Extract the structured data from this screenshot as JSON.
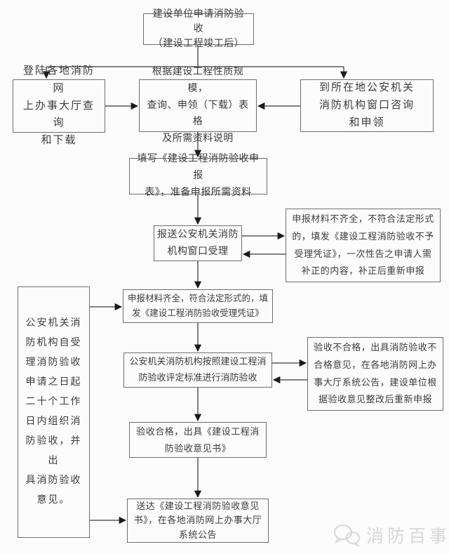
{
  "colors": {
    "background": "#fcfcfc",
    "box_border": "#6e6e6e",
    "text": "#3b3b3b",
    "connector_line": "#3a3a3a",
    "arrowhead": "#1b1b1b",
    "watermark": "#d8d8d8"
  },
  "flowchart": {
    "nodes": {
      "apply": {
        "text": "建设单位申请消防验收\n（建设工程竣工后）"
      },
      "web": {
        "text": "登陆各地消防网\n上办事大厅查询\n和下载"
      },
      "forms": {
        "text": "根据建设工程性质规模，\n查询、申领（下载）表格\n及所需资料说明"
      },
      "window": {
        "text": "到所在地公安机关\n消防机构窗口咨询\n和申领"
      },
      "fill": {
        "text": "填写《建设工程消防验收申报\n表》，准备申报所需资料"
      },
      "submit": {
        "text": "报送公安机关消防\n机构窗口受理"
      },
      "incomplete": {
        "text": "申报材料不齐全，不符合法定形式\n的，填发《建设工程消防验收不予\n受理凭证》，一次性告之申请人需\n补正的内容，补正后重新申报"
      },
      "complete": {
        "text": "申报材料齐全，符合法定形式的，填\n发《建设工程消防验收受理凭证》"
      },
      "twenty": {
        "text": "公安机关消\n防机构自受\n理消防验收\n申请之日起\n二十个工作\n日内组织消\n防验收，并出\n具消防验收\n意见。"
      },
      "conduct": {
        "text": "公安机关消防机构按照建设工程消\n防验收评定标准进行消防验收"
      },
      "fail": {
        "text": "验收不合格，出具消防验收不\n合格意见，在各地消防网上办\n事大厅系统公告，建设单位根\n据验收意见整改后重新申报"
      },
      "pass": {
        "text": "验收合格，出具《建设工程消\n防验收意见书》"
      },
      "deliver": {
        "text": "送达《建设工程消防验收意见\n书》，在各地消防网上办事大厅\n系统公告"
      }
    },
    "edges": [
      {
        "from": "apply",
        "to": "web"
      },
      {
        "from": "apply",
        "to": "window"
      },
      {
        "from": "web",
        "to": "forms"
      },
      {
        "from": "window",
        "to": "forms"
      },
      {
        "from": "forms",
        "to": "fill"
      },
      {
        "from": "fill",
        "to": "submit"
      },
      {
        "from": "submit",
        "to": "incomplete"
      },
      {
        "from": "incomplete",
        "to": "submit"
      },
      {
        "from": "submit",
        "to": "complete"
      },
      {
        "from": "twenty",
        "to": "complete"
      },
      {
        "from": "complete",
        "to": "conduct"
      },
      {
        "from": "conduct",
        "to": "fail"
      },
      {
        "from": "fail",
        "to": "conduct"
      },
      {
        "from": "conduct",
        "to": "pass"
      },
      {
        "from": "pass",
        "to": "deliver"
      },
      {
        "from": "twenty",
        "to": "deliver"
      }
    ]
  },
  "watermark": {
    "label": "消防百事通",
    "icon": "wechat-chat-bubbles"
  }
}
